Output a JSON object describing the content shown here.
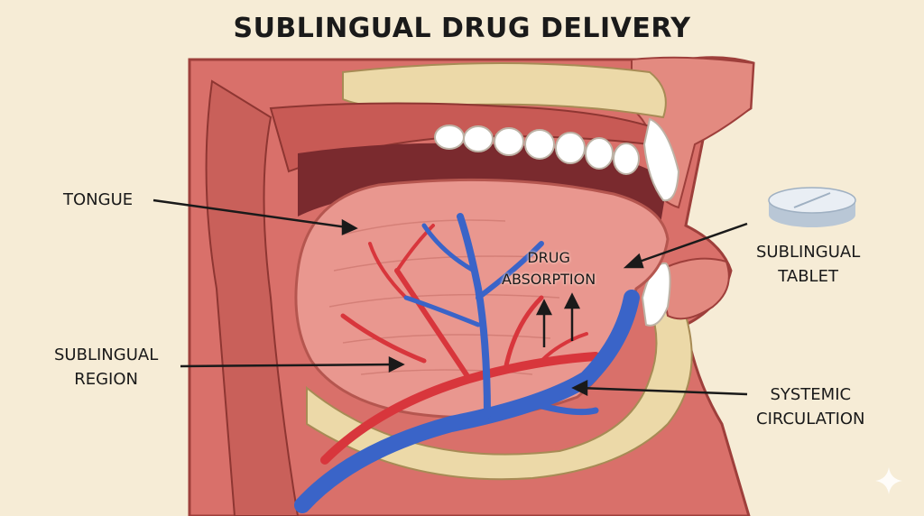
{
  "title": "SUBLINGUAL DRUG DELIVERY",
  "labels": {
    "tongue": "TONGUE",
    "sublingual_region": [
      "SUBLINGUAL",
      "REGION"
    ],
    "sublingual_tablet": [
      "SUBLINGUAL",
      "TABLET"
    ],
    "systemic_circulation": [
      "SYSTEMIC",
      "CIRCULATION"
    ],
    "drug_absorption": [
      "DRUG",
      "ABSORPTION"
    ]
  },
  "colors": {
    "background": "#f6ecd6",
    "skin": "#d9706a",
    "tongue": "#e9978f",
    "artery": "#d8363c",
    "vein": "#3a64c8",
    "bone": "#ecd9a8",
    "teeth": "#ffffff"
  },
  "icons": [
    "sublingual-tablet-icon",
    "sparkle-icon",
    "arrow-icon"
  ]
}
